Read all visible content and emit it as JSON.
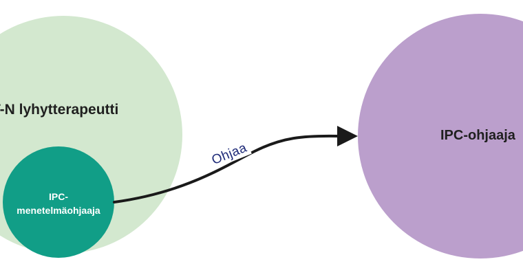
{
  "nodes": {
    "lyhytterapeutti": {
      "label": "T-N lyhytterapeutti",
      "color": "#d3e8cf"
    },
    "menetelmaohjaaja": {
      "line1": "IPC-",
      "line2": "menetelmäohjaaja",
      "color": "#119e87"
    },
    "ohjaaja": {
      "label": "IPC-ohjaaja",
      "color": "#bb9fcc"
    }
  },
  "edges": [
    {
      "from": "menetelmaohjaaja",
      "to": "ohjaaja",
      "label": "Ohjaa",
      "color": "#1a1a1a"
    }
  ],
  "colors": {
    "edge_label": "#1e2a78",
    "background": "#ffffff"
  }
}
